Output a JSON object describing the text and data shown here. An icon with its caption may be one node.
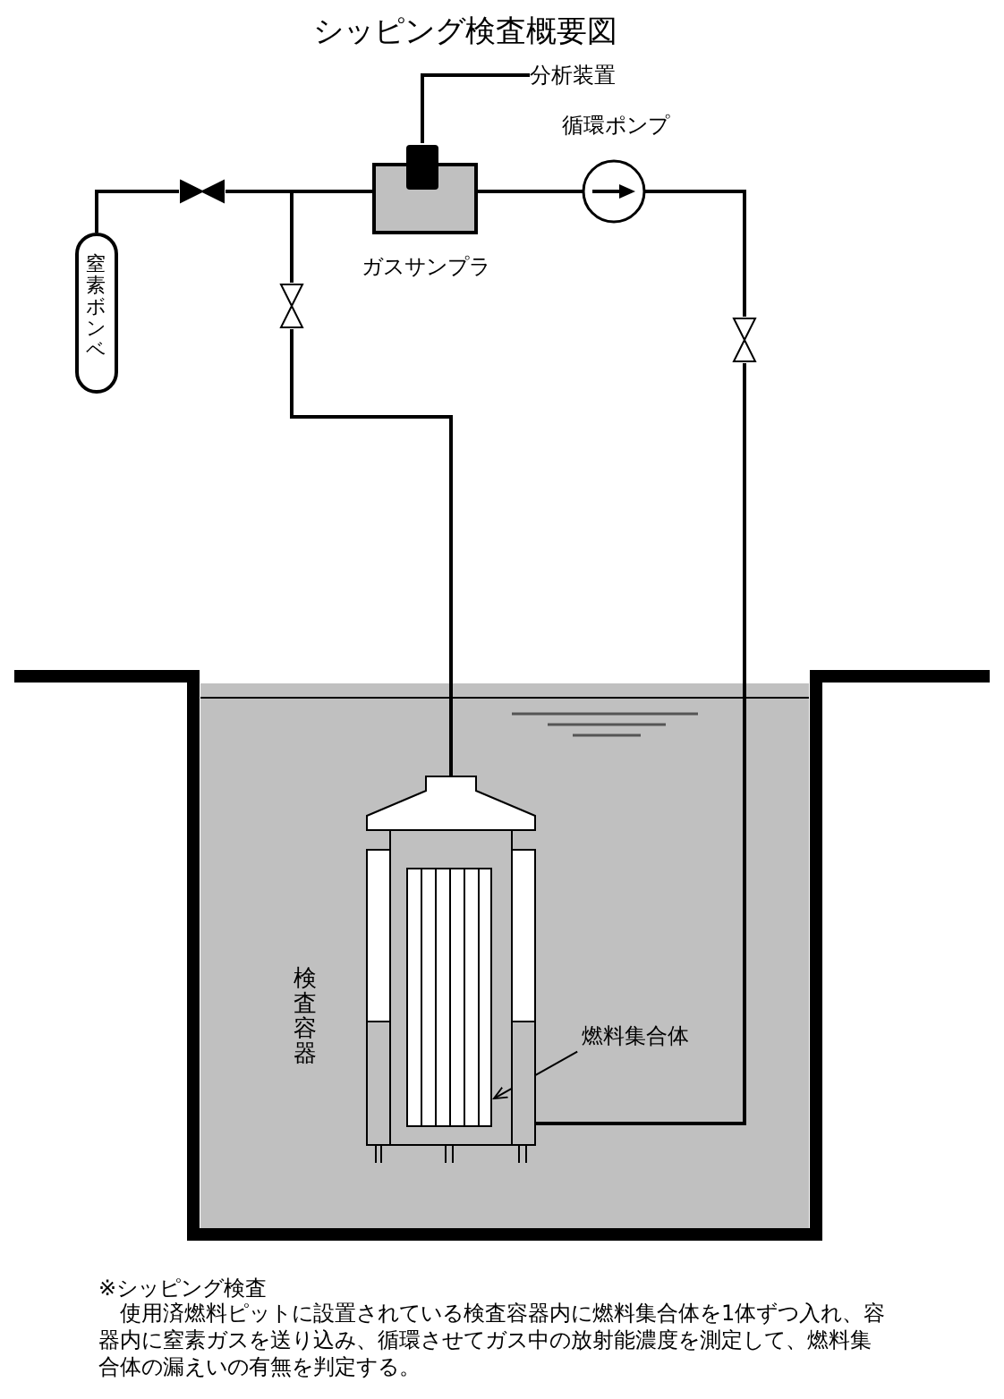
{
  "diagram": {
    "title": "シッピング検査概要図",
    "nodes": [
      {
        "text": [
          "窒素ボンベ"
        ]
      },
      {
        "text": [
          "ガスサンプラ"
        ]
      },
      {
        "text": [
          "分析装置"
        ]
      },
      {
        "text": [
          "循環ポンプ"
        ]
      },
      {
        "text": [],
        "shape": "valve"
      },
      {
        "text": [],
        "shape": "valve"
      },
      {
        "text": [],
        "shape": "valve"
      },
      {
        "text": [
          "検査容器"
        ]
      },
      {
        "text": [],
        "shape": "box",
        "in": 7
      },
      {
        "text": [
          "燃料集合体"
        ]
      }
    ],
    "edges": [
      {
        "from": 0,
        "to": 4,
        "arrow": "none"
      },
      {
        "from": 4,
        "to": 1,
        "arrow": "none"
      },
      {
        "from": 5,
        "to": 1,
        "arrow": "none"
      },
      {
        "from": 1,
        "to": 2,
        "arrow": "none"
      },
      {
        "from": 1,
        "to": 3,
        "arrow": "none"
      },
      {
        "from": 3,
        "to": 6,
        "arrow": "none"
      },
      {
        "from": 6,
        "to": 7,
        "arrow": "none"
      },
      {
        "from": 7,
        "to": 5,
        "arrow": "none"
      },
      {
        "from": 9,
        "to": 8,
        "arrow": "to"
      }
    ],
    "labels": [
      "※シッピング検査",
      "使用済燃料ピットに設置されている検査容器内に燃料集合体を1体ずつ入れ、容器内に窒素ガスを送り込み、循環させてガス中の放射能濃度を測定して、燃料集合体の漏えいの有無を判定する。"
    ]
  }
}
